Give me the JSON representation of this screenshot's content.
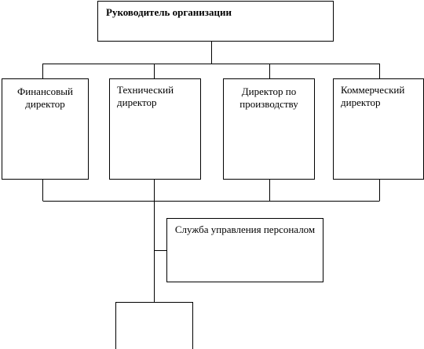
{
  "org_chart": {
    "head": {
      "label": "Руководитель организации"
    },
    "directors": [
      {
        "label": "Финансовый директор"
      },
      {
        "label": "Технический директор"
      },
      {
        "label": "Директор по производству"
      },
      {
        "label": "Коммерческий директор"
      }
    ],
    "hr_service": {
      "label": "Служба управления персоналом"
    },
    "bottom_unit": {
      "label": ""
    }
  }
}
